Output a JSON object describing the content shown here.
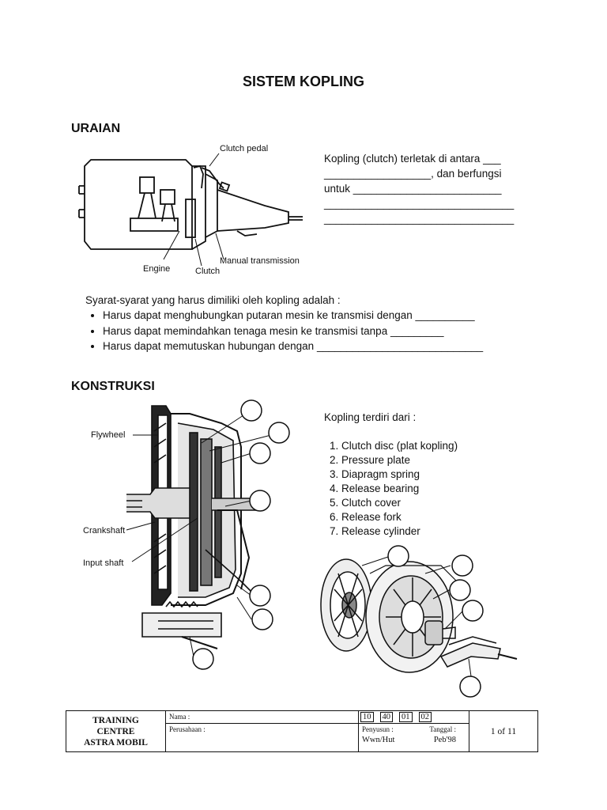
{
  "title": "SISTEM KOPLING",
  "uraian": {
    "heading": "URAIAN",
    "diagram_labels": {
      "clutch_pedal": "Clutch pedal",
      "engine": "Engine",
      "clutch": "Clutch",
      "manual_transmission": "Manual transmission"
    },
    "para_lines": [
      "Kopling (clutch) terletak di antara ___",
      "__________________, dan berfungsi",
      "untuk  _________________________",
      "________________________________",
      "________________________________"
    ],
    "requirements_intro": "Syarat-syarat yang harus dimiliki oleh kopling adalah :",
    "requirements": [
      "Harus dapat menghubungkan putaran mesin ke transmisi dengan __________",
      "Harus dapat memindahkan tenaga mesin ke transmisi tanpa _________",
      "Harus dapat memutuskan hubungan dengan ____________________________"
    ]
  },
  "konstruksi": {
    "heading": "KONSTRUKSI",
    "diagram_labels": {
      "flywheel": "Flywheel",
      "crankshaft": "Crankshaft",
      "input_shaft": "Input shaft"
    },
    "parts_intro": "Kopling terdiri dari :",
    "parts": [
      "Clutch disc (plat kopling)",
      "Pressure plate",
      "Diapragm spring",
      "Release bearing",
      "Clutch cover",
      "Release fork",
      "Release cylinder"
    ]
  },
  "footer": {
    "org_lines": [
      "TRAINING",
      "CENTRE",
      "ASTRA MOBIL"
    ],
    "nama_label": "Nama :",
    "perusahaan_label": "Perusahaan :",
    "codes": [
      "10",
      "40",
      "01",
      "02"
    ],
    "penyusun_label": "Penyusun :",
    "tanggal_label": "Tanggal :",
    "penyusun_value": "Wwn/Hut",
    "tanggal_value": "Peb'98",
    "page": "1 of 11"
  }
}
